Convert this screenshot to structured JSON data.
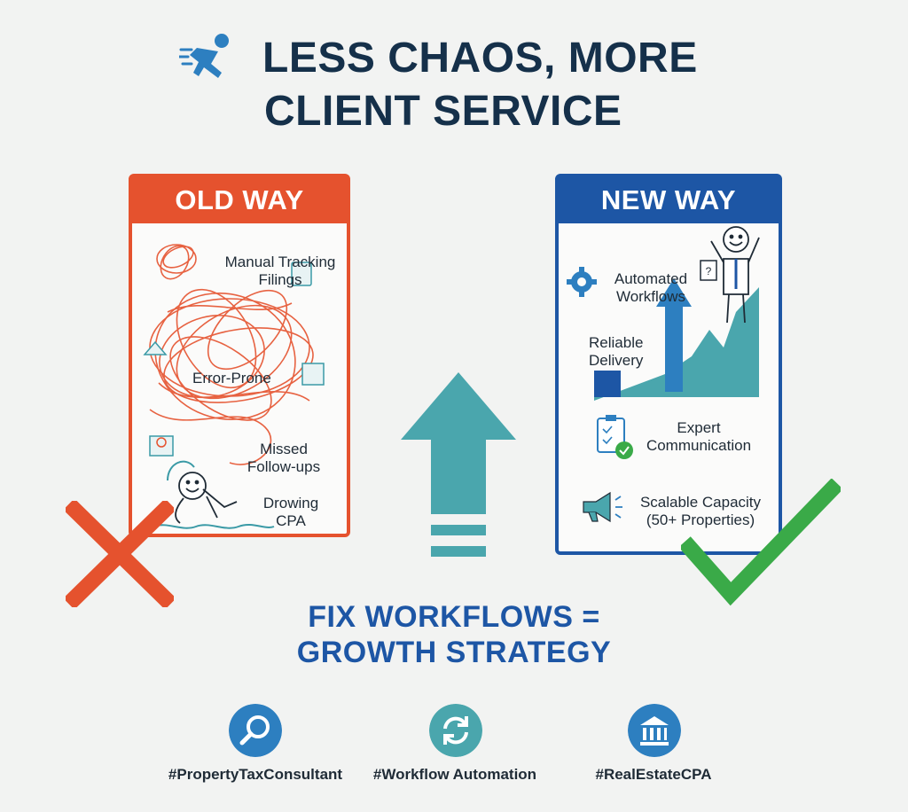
{
  "title": {
    "line1": "LESS CHAOS, MORE",
    "line2": "CLIENT SERVICE"
  },
  "old_way": {
    "header": "OLD WAY",
    "labels": {
      "manual_tracking": "Manual Tracking",
      "filings": "Filings",
      "error_prone": "Error-Prone",
      "missed": "Missed",
      "follow_ups": "Follow-ups",
      "drowing": "Drowing",
      "cpa": "CPA"
    }
  },
  "new_way": {
    "header": "NEW WAY",
    "labels": {
      "automated": "Automated",
      "workflows": "Workflows",
      "reliable": "Reliable",
      "delivery": "Delivery",
      "expert": "Expert",
      "communication": "Communication",
      "scalable": "Scalable Capacity",
      "properties": "(50+ Properties)"
    }
  },
  "tagline": {
    "line1": "FIX WORKFLOWS =",
    "line2": "GROWTH STRATEGY"
  },
  "hashtags": [
    {
      "text": "#PropertyTaxConsultant",
      "icon": "magnifier-icon"
    },
    {
      "text": "#Workflow Automation",
      "icon": "refresh-icon"
    },
    {
      "text": "#RealEstateCPA",
      "icon": "bank-icon"
    }
  ],
  "colors": {
    "old_accent": "#e5522e",
    "new_accent": "#1d56a5",
    "teal": "#4aa6ad",
    "green": "#3aaa48",
    "title": "#15304a"
  }
}
